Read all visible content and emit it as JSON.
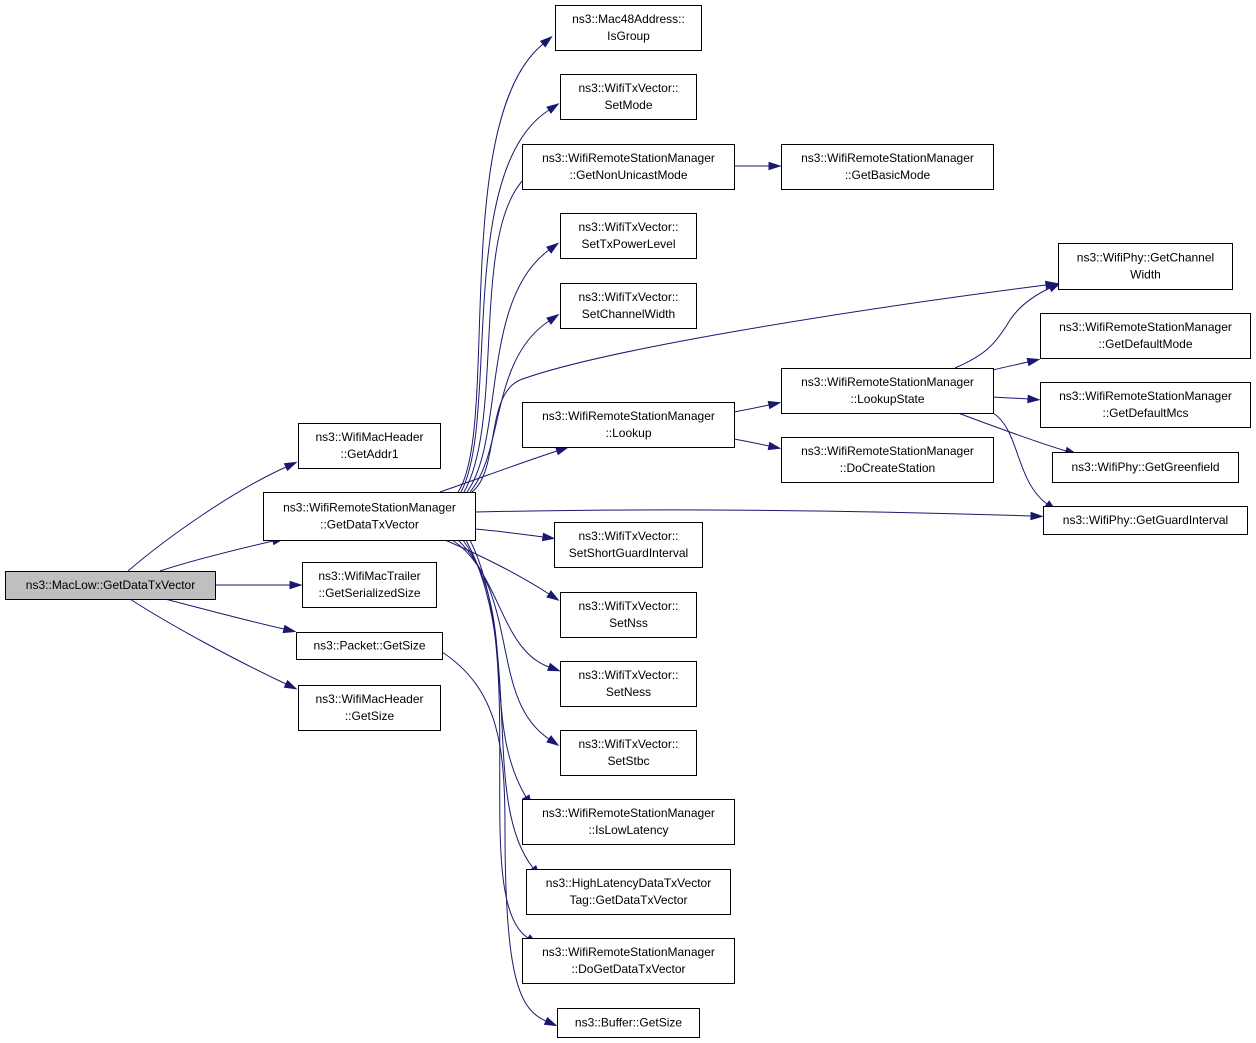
{
  "title": "",
  "edge_color": "#191970",
  "root_fill": "#bfbfbf",
  "nodes": [
    {
      "id": "root",
      "lines": [
        "ns3::MacLow::GetDataTxVector"
      ],
      "root": true
    },
    {
      "id": "getaddr1",
      "lines": [
        "ns3::WifiMacHeader",
        "::GetAddr1"
      ]
    },
    {
      "id": "getdatatxvector",
      "lines": [
        "ns3::WifiRemoteStationManager",
        "::GetDataTxVector"
      ]
    },
    {
      "id": "getserializedsize",
      "lines": [
        "ns3::WifiMacTrailer",
        "::GetSerializedSize"
      ]
    },
    {
      "id": "packetgetsize",
      "lines": [
        "ns3::Packet::GetSize"
      ]
    },
    {
      "id": "headergetsize",
      "lines": [
        "ns3::WifiMacHeader",
        "::GetSize"
      ]
    },
    {
      "id": "isgroup",
      "lines": [
        "ns3::Mac48Address::",
        "IsGroup"
      ]
    },
    {
      "id": "setmode",
      "lines": [
        "ns3::WifiTxVector::",
        "SetMode"
      ]
    },
    {
      "id": "getnonunicastmode",
      "lines": [
        "ns3::WifiRemoteStationManager",
        "::GetNonUnicastMode"
      ]
    },
    {
      "id": "settxpowerlevel",
      "lines": [
        "ns3::WifiTxVector::",
        "SetTxPowerLevel"
      ]
    },
    {
      "id": "setchannelwidth",
      "lines": [
        "ns3::WifiTxVector::",
        "SetChannelWidth"
      ]
    },
    {
      "id": "lookup",
      "lines": [
        "ns3::WifiRemoteStationManager",
        "::Lookup"
      ]
    },
    {
      "id": "setshortguardinterval",
      "lines": [
        "ns3::WifiTxVector::",
        "SetShortGuardInterval"
      ]
    },
    {
      "id": "setnss",
      "lines": [
        "ns3::WifiTxVector::",
        "SetNss"
      ]
    },
    {
      "id": "setness",
      "lines": [
        "ns3::WifiTxVector::",
        "SetNess"
      ]
    },
    {
      "id": "setstbc",
      "lines": [
        "ns3::WifiTxVector::",
        "SetStbc"
      ]
    },
    {
      "id": "islowlatency",
      "lines": [
        "ns3::WifiRemoteStationManager",
        "::IsLowLatency"
      ]
    },
    {
      "id": "highlatency",
      "lines": [
        "ns3::HighLatencyDataTxVector",
        "Tag::GetDataTxVector"
      ]
    },
    {
      "id": "dogetdatatxvector",
      "lines": [
        "ns3::WifiRemoteStationManager",
        "::DoGetDataTxVector"
      ]
    },
    {
      "id": "buffergetsize",
      "lines": [
        "ns3::Buffer::GetSize"
      ]
    },
    {
      "id": "getbasicmode",
      "lines": [
        "ns3::WifiRemoteStationManager",
        "::GetBasicMode"
      ]
    },
    {
      "id": "lookupstate",
      "lines": [
        "ns3::WifiRemoteStationManager",
        "::LookupState"
      ]
    },
    {
      "id": "docreatestation",
      "lines": [
        "ns3::WifiRemoteStationManager",
        "::DoCreateStation"
      ]
    },
    {
      "id": "getchannelwidth",
      "lines": [
        "ns3::WifiPhy::GetChannel",
        "Width"
      ]
    },
    {
      "id": "getdefaultmode",
      "lines": [
        "ns3::WifiRemoteStationManager",
        "::GetDefaultMode"
      ]
    },
    {
      "id": "getdefaultmcs",
      "lines": [
        "ns3::WifiRemoteStationManager",
        "::GetDefaultMcs"
      ]
    },
    {
      "id": "getgreenfield",
      "lines": [
        "ns3::WifiPhy::GetGreenfield"
      ]
    },
    {
      "id": "getguardinterval",
      "lines": [
        "ns3::WifiPhy::GetGuardInterval"
      ]
    }
  ],
  "edges": [
    [
      "root",
      "getaddr1"
    ],
    [
      "root",
      "getdatatxvector"
    ],
    [
      "root",
      "getserializedsize"
    ],
    [
      "root",
      "packetgetsize"
    ],
    [
      "root",
      "headergetsize"
    ],
    [
      "getdatatxvector",
      "isgroup"
    ],
    [
      "getdatatxvector",
      "setmode"
    ],
    [
      "getdatatxvector",
      "getnonunicastmode"
    ],
    [
      "getdatatxvector",
      "settxpowerlevel"
    ],
    [
      "getdatatxvector",
      "setchannelwidth"
    ],
    [
      "getdatatxvector",
      "getchannelwidth"
    ],
    [
      "getdatatxvector",
      "lookup"
    ],
    [
      "getdatatxvector",
      "getguardinterval"
    ],
    [
      "getdatatxvector",
      "setshortguardinterval"
    ],
    [
      "getdatatxvector",
      "setnss"
    ],
    [
      "getdatatxvector",
      "setness"
    ],
    [
      "getdatatxvector",
      "setstbc"
    ],
    [
      "getdatatxvector",
      "islowlatency"
    ],
    [
      "getdatatxvector",
      "highlatency"
    ],
    [
      "getdatatxvector",
      "dogetdatatxvector"
    ],
    [
      "packetgetsize",
      "buffergetsize"
    ],
    [
      "getnonunicastmode",
      "getbasicmode"
    ],
    [
      "lookup",
      "lookupstate"
    ],
    [
      "lookup",
      "docreatestation"
    ],
    [
      "lookupstate",
      "getchannelwidth"
    ],
    [
      "lookupstate",
      "getdefaultmode"
    ],
    [
      "lookupstate",
      "getdefaultmcs"
    ],
    [
      "lookupstate",
      "getgreenfield"
    ],
    [
      "lookupstate",
      "getguardinterval"
    ]
  ]
}
